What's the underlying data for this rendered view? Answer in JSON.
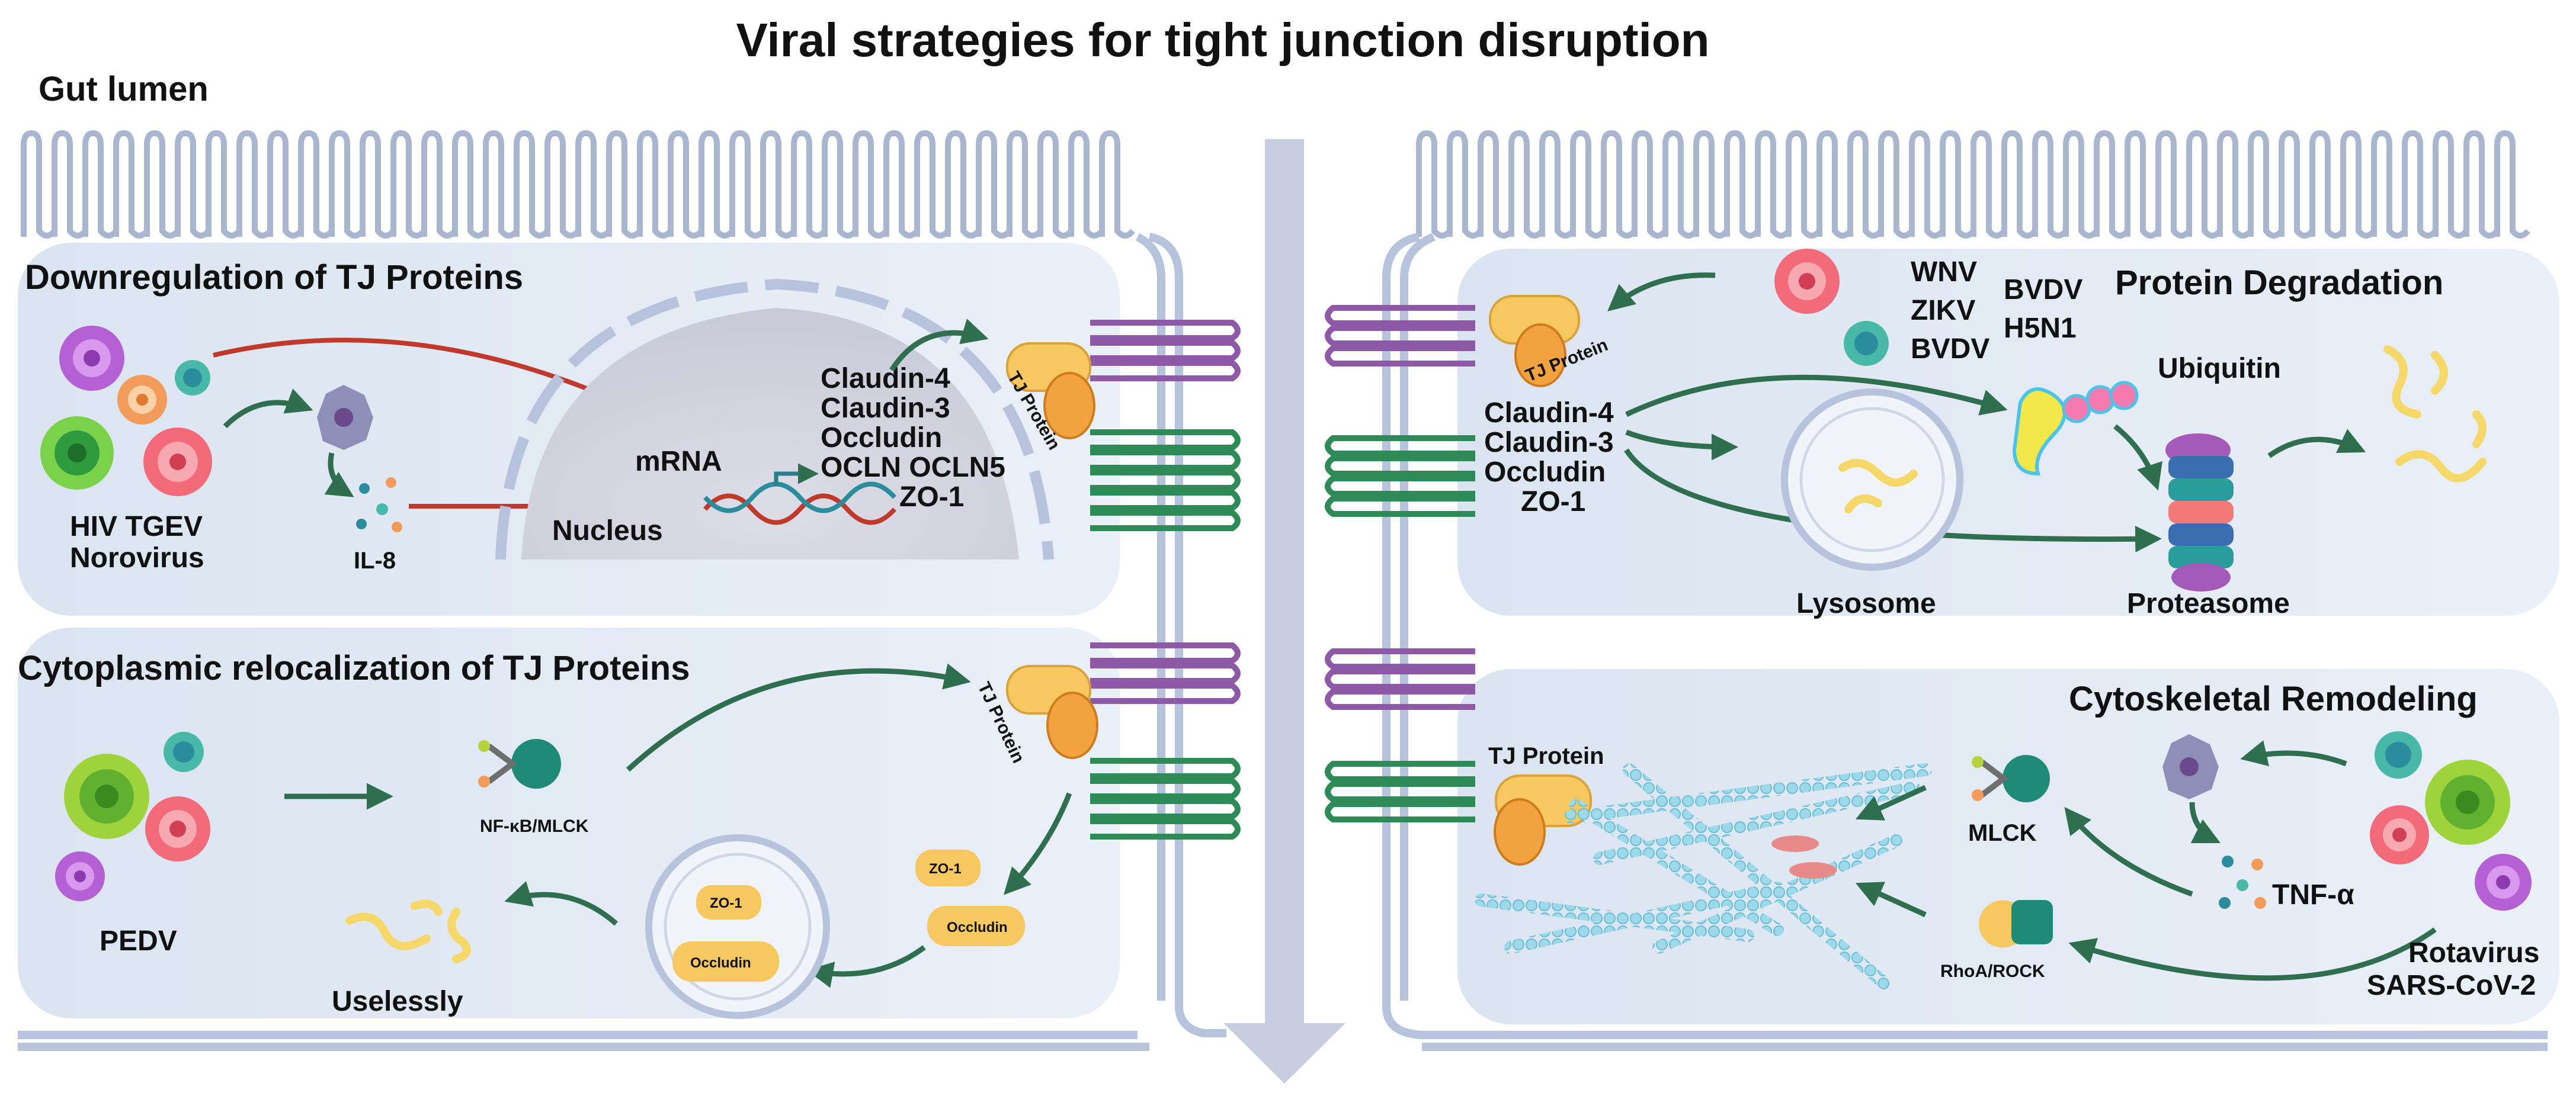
{
  "title": "Viral strategies for tight junction disruption",
  "gut_lumen_label": "Gut lumen",
  "panels": {
    "downregulation": {
      "title": "Downregulation of TJ Proteins",
      "virus_label_1": "HIV  TGEV",
      "virus_label_2": "Norovirus",
      "cytokine": "IL-8",
      "mrna": "mRNA",
      "nucleus": "Nucleus",
      "proteins": [
        "Claudin-4",
        "Claudin-3",
        "Occludin"
      ],
      "proteins_row4": "OCLN OCLN5",
      "proteins_row5": "ZO-1",
      "tj_protein": "TJ Protein"
    },
    "relocalization": {
      "title": "Cytoplasmic relocalization of TJ Proteins",
      "virus_label": "PEDV",
      "pathway": "NF-κB/MLCK",
      "tj_protein": "TJ Protein",
      "zo1": "ZO-1",
      "occludin": "Occludin",
      "vesicle_zo1": "ZO-1",
      "vesicle_occludin": "Occludin",
      "fate": "Uselessly"
    },
    "degradation": {
      "title": "Protein Degradation",
      "tj_protein": "TJ Protein",
      "viruses_col1": [
        "WNV",
        "ZIKV",
        "BVDV"
      ],
      "viruses_col2": [
        "BVDV",
        "H5N1"
      ],
      "ubiquitin": "Ubiquitin",
      "proteins": [
        "Claudin-4",
        "Claudin-3",
        "Occludin",
        "ZO-1"
      ],
      "lysosome": "Lysosome",
      "proteasome": "Proteasome"
    },
    "cytoskeletal": {
      "title": "Cytoskeletal Remodeling",
      "tj_protein": "TJ Protein",
      "mlck": "MLCK",
      "cytokine": "TNF-α",
      "rho": "RhoA/ROCK",
      "virus_label_1": "Rotavirus",
      "virus_label_2": "SARS-CoV-2"
    }
  },
  "colors": {
    "tj_purple": "#8e5aa8",
    "tj_green": "#2e8b57",
    "inhibit_red": "#c0392b",
    "arrow_green": "#2f6f4f",
    "protein_yellow": "#f6c85f",
    "protein_orange": "#f2a340",
    "membrane": "#b7c3dc",
    "actin": "#8fd3e6"
  }
}
